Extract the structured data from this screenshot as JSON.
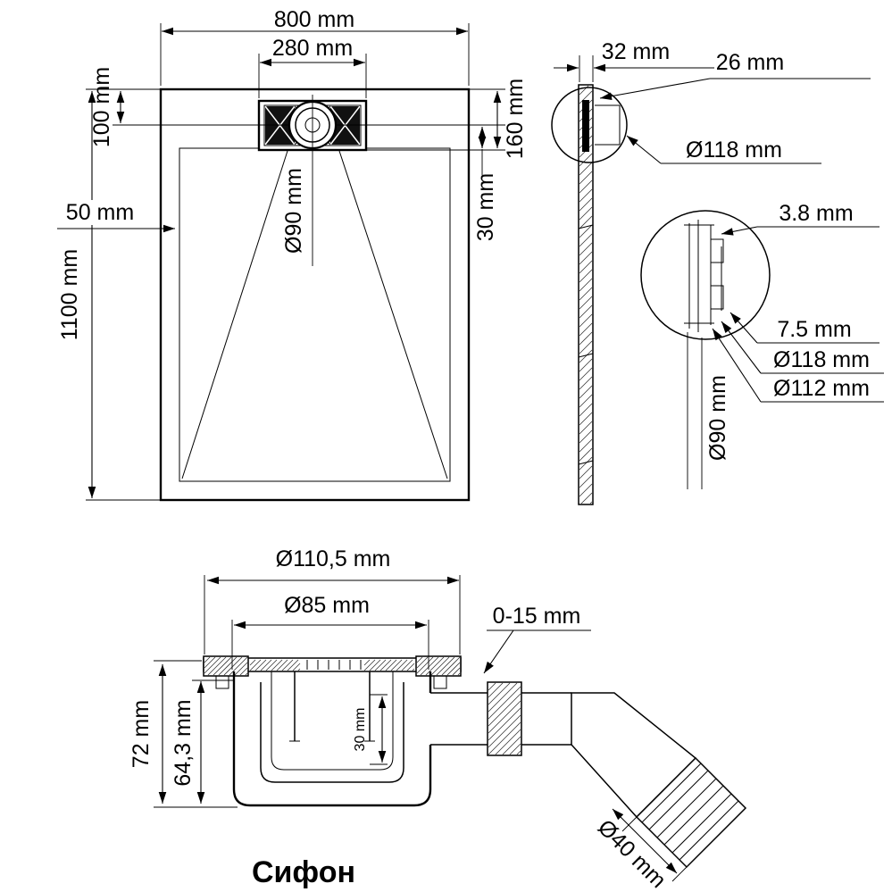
{
  "top_view": {
    "width": "800 mm",
    "drain_width": "280 mm",
    "drain_offset": "100 mm",
    "rim": "50 mm",
    "length": "1100 mm",
    "drain_diameter": "Ø90 mm",
    "drain_distance": "160 mm",
    "drain_depth": "30 mm"
  },
  "side_view": {
    "thickness": "32 mm",
    "edge_height": "26 mm",
    "flange_diameter": "Ø118 mm",
    "lip": "3.8 mm",
    "step": "7.5 mm",
    "outer_diameter": "Ø118 mm",
    "inner_diameter": "Ø112 mm",
    "hole_diameter": "Ø90 mm"
  },
  "siphon": {
    "cover_diameter": "Ø110,5 mm",
    "grate_diameter": "Ø85 mm",
    "adjustment": "0-15 mm",
    "total_height": "72 mm",
    "body_height": "64,3 mm",
    "water_seal": "30 mm",
    "outlet_diameter": "Ø40 mm",
    "caption": "Сифон"
  },
  "colors": {
    "caption": "#243c82",
    "line": "#000000"
  }
}
